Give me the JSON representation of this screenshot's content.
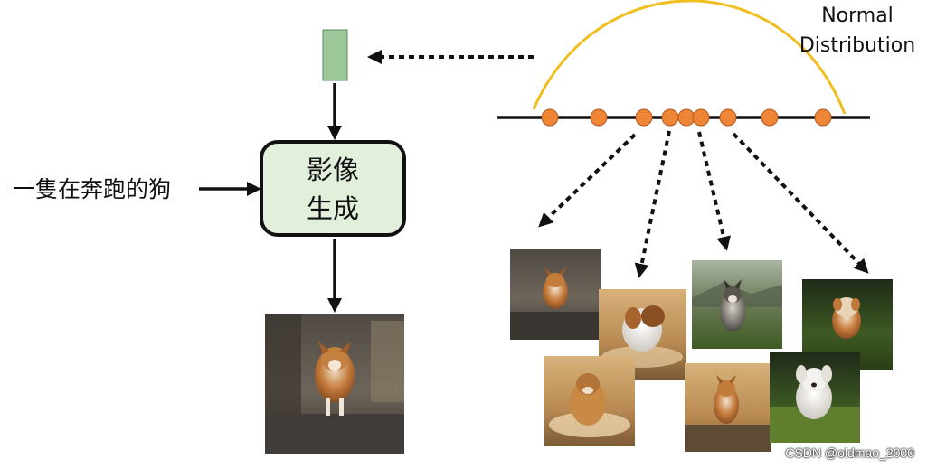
{
  "prompt_text": "一隻在奔跑的狗",
  "generator": {
    "line1": "影像",
    "line2": "生成"
  },
  "distribution_label": {
    "line1": "Normal",
    "line2": "Distribution"
  },
  "watermark": "CSDN @oldmao_2000",
  "colors": {
    "latent_vector": "#9cc89a",
    "generator_box_fill": "#e2efda",
    "generator_box_border": "#111111",
    "distribution_curve": "#f0be1e",
    "sample_point": "#ef8536",
    "arrow": "#111111"
  },
  "images": {
    "main_output": "generated-corgi-running-street",
    "samples": [
      "corgi-running-street",
      "fluffy-dog-running-dust",
      "husky-running-grass",
      "small-dog-running-grass",
      "golden-dog-running-dust",
      "corgi-running-road",
      "white-dog-running-grass"
    ]
  }
}
